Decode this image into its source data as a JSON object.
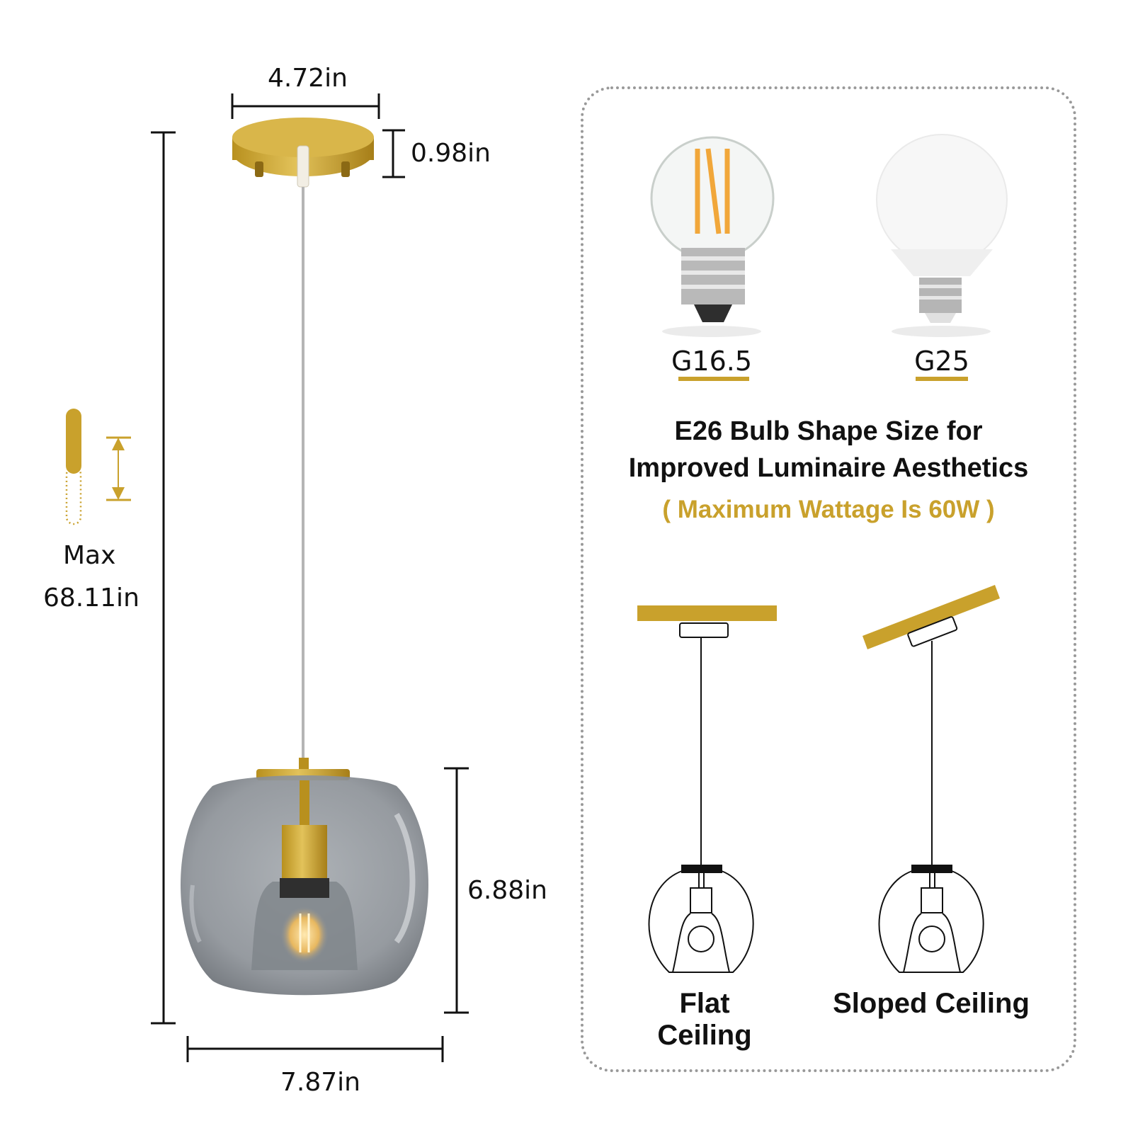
{
  "product": {
    "type": "pendant light dimension diagram",
    "colors": {
      "accent_gold": "#C9A12C",
      "text": "#111111",
      "glass_smoke": "#8A9096",
      "border_dots": "#999999"
    }
  },
  "dimensions": {
    "canopy_width": "4.72in",
    "canopy_height": "0.98in",
    "max_label": "Max",
    "max_height": "68.11in",
    "shade_height": "6.88in",
    "shade_width": "7.87in"
  },
  "bulbs": [
    {
      "name": "G16.5",
      "icon": "filament-globe-bulb-icon"
    },
    {
      "name": "G25",
      "icon": "frosted-globe-bulb-icon"
    }
  ],
  "info": {
    "title_line1": "E26 Bulb Shape Size for",
    "title_line2": "Improved Luminaire Aesthetics",
    "note": "( Maximum Wattage Is 60W )"
  },
  "ceilings": [
    {
      "label": "Flat Ceiling",
      "icon": "flat-ceiling-pendant-icon"
    },
    {
      "label": "Sloped Ceiling",
      "icon": "sloped-ceiling-pendant-icon"
    }
  ]
}
